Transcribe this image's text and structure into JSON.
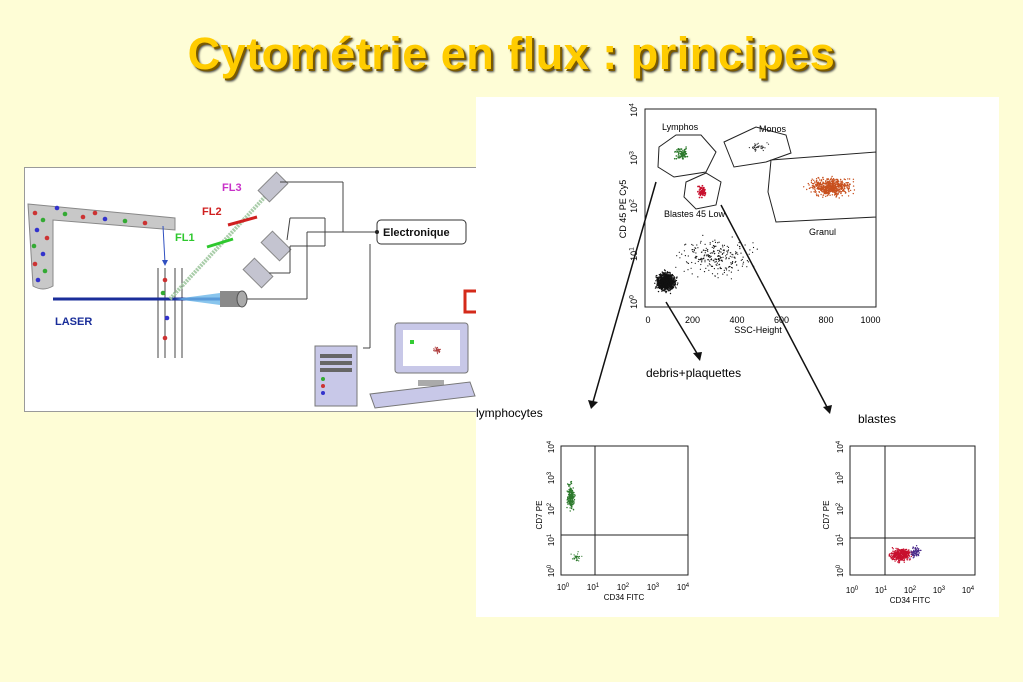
{
  "title": "Cytométrie en flux : principes",
  "apparatus": {
    "fl3": "FL3",
    "fl2": "FL2",
    "fl1": "FL1",
    "laser": "LASER",
    "electronique": "Electronique"
  },
  "main_plot": {
    "ylabel": "CD 45 PE Cy5",
    "xlabel": "SSC-Height",
    "x_ticks": [
      "0",
      "200",
      "400",
      "600",
      "800",
      "1000"
    ],
    "y_ticks": [
      "10^0",
      "10^1",
      "10^2",
      "10^3",
      "10^4"
    ],
    "gates": {
      "lymphos": "Lymphos",
      "monos": "Monos",
      "blastes": "Blastes 45 Low",
      "granul": "Granul"
    }
  },
  "arrow_labels": {
    "debris": "debris+plaquettes",
    "lymphocytes": "lymphocytes",
    "blastes": "blastes"
  },
  "sub_plots": {
    "ylabel": "CD7 PE",
    "xlabel": "CD34 FITC",
    "ticks": [
      "10^0",
      "10^1",
      "10^2",
      "10^3",
      "10^4"
    ]
  },
  "colors": {
    "title": "#ffcc00",
    "background": "#fefdd6",
    "lymph_dots": "#2d7a2d",
    "granul_dots": "#c8501e",
    "blast_dots": "#c8102e",
    "arrow": "#d42a1a"
  }
}
